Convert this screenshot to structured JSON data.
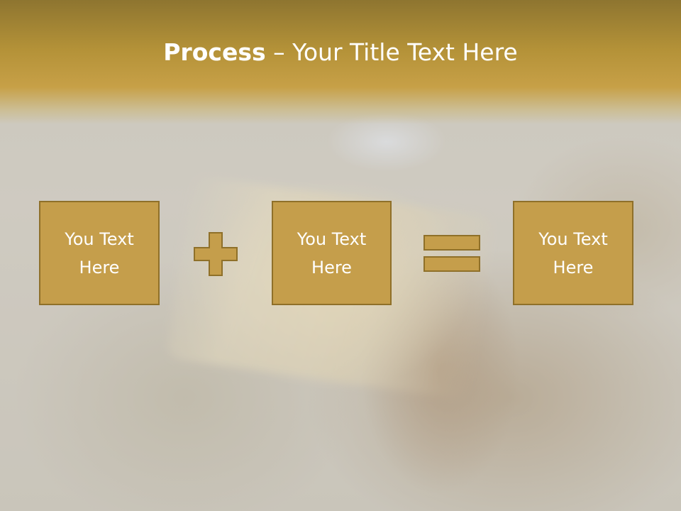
{
  "title": {
    "bold": "Process",
    "rest": " – Your Title Text Here"
  },
  "boxes": [
    {
      "text": "You Text Here"
    },
    {
      "text": "You Text Here"
    },
    {
      "text": "You Text Here"
    }
  ],
  "icons": {
    "operator_1": "plus-icon",
    "operator_2": "equals-icon"
  },
  "colors": {
    "title_band": "#b49238",
    "box_fill": "#c59e4b",
    "box_border": "#8f7029",
    "text": "#ffffff"
  }
}
